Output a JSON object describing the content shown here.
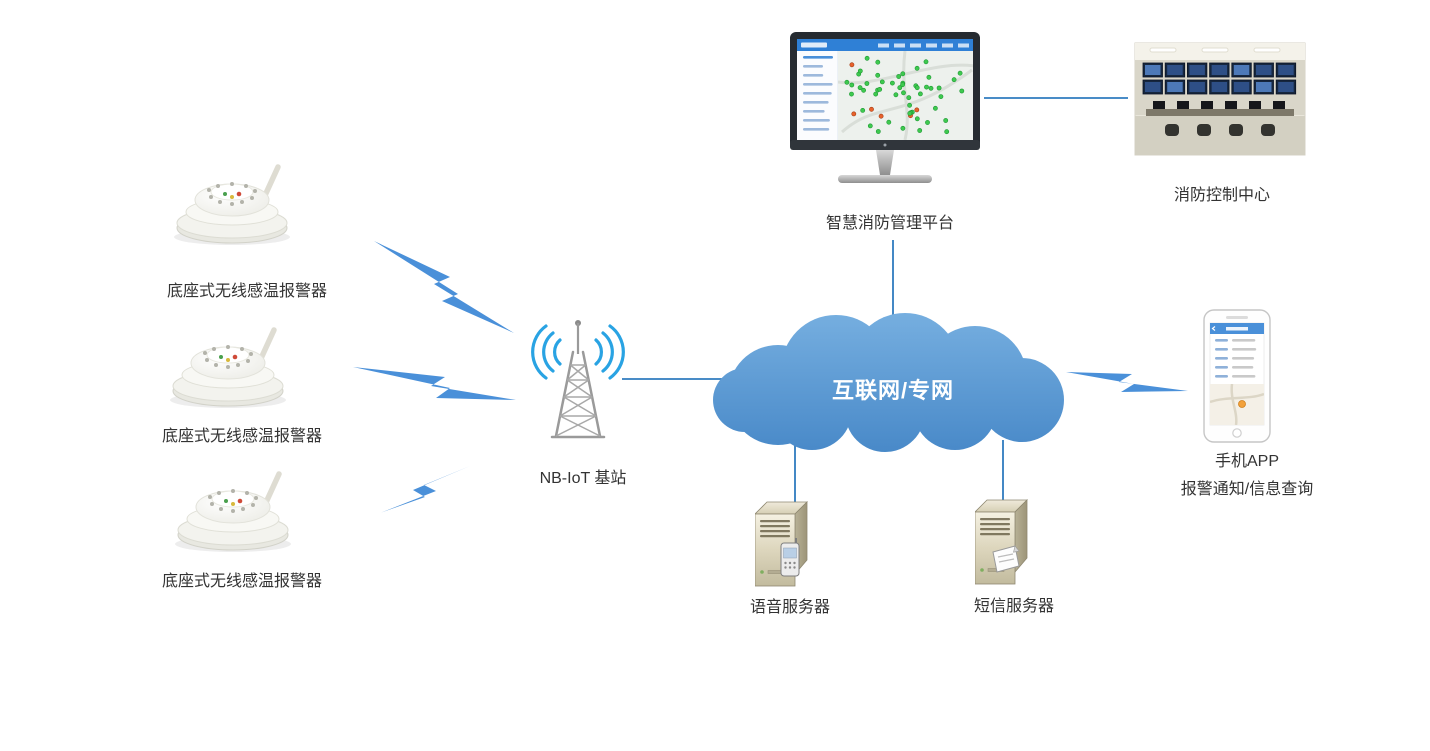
{
  "diagram": {
    "sensors": [
      {
        "label": "底座式无线感温报警器"
      },
      {
        "label": "底座式无线感温报警器"
      },
      {
        "label": "底座式无线感温报警器"
      }
    ],
    "base_station": {
      "label": "NB-IoT 基站"
    },
    "cloud": {
      "label": "互联网/专网"
    },
    "platform": {
      "label": "智慧消防管理平台"
    },
    "control_center": {
      "label": "消防控制中心"
    },
    "phone": {
      "label_line1": "手机APP",
      "label_line2": "报警通知/信息查询"
    },
    "voice_server": {
      "label": "语音服务器"
    },
    "sms_server": {
      "label": "短信服务器"
    }
  },
  "colors": {
    "accent_blue": "#4a90d9",
    "cloud_top": "#7ab2e2",
    "cloud_bottom": "#4687c7",
    "connector": "#2f7bbf",
    "label_text": "#333333",
    "map_dot_green": "#3ec94f",
    "map_dot_alert": "#e8622c"
  }
}
